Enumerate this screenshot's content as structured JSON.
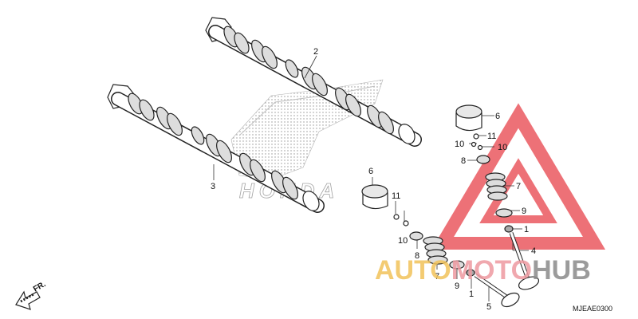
{
  "diagram": {
    "code": "MJEAE0300",
    "direction_label": "FR.",
    "callouts": {
      "exhaust_camshaft": "2",
      "intake_camshaft": "3",
      "tappet_upper": "6",
      "tappet_lower": "6",
      "cotter_upper": "11",
      "cotter_lower": "11",
      "retainer_upper_a": "10",
      "retainer_upper_b": "10",
      "retainer_lower": "10",
      "spring_seat_upper": "8",
      "spring_seat_lower": "8",
      "valve_spring_upper": "7",
      "valve_spring_lower": "7",
      "spring_washer_upper": "9",
      "spring_washer_lower": "9",
      "stem_seal_upper": "1",
      "stem_seal_lower": "1",
      "valve_upper": "4",
      "valve_lower": "5"
    }
  },
  "watermark": {
    "brand_part1": "AUTO",
    "brand_part2": "MOTO",
    "brand_part3": "HUB",
    "colors": {
      "triangle": "#e8424a",
      "auto": "#f2c35a",
      "moto": "#ee9aa0",
      "hub": "#8a8a8a"
    }
  },
  "background_logo": {
    "text": "HONDA"
  }
}
